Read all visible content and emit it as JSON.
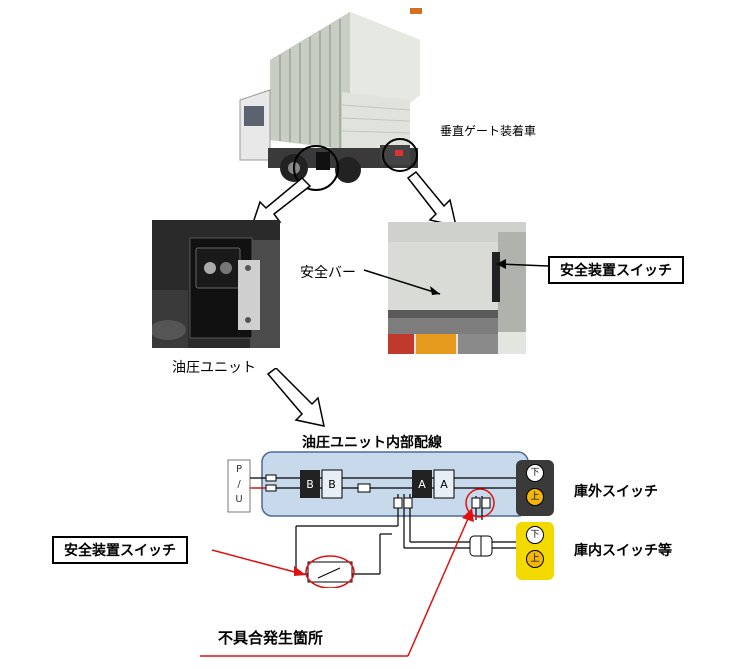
{
  "labels": {
    "vehicle": "垂直ゲート装着車",
    "hydraulic_unit": "油圧ユニット",
    "safety_bar": "安全バー",
    "safety_switch_top": "安全装置スイッチ",
    "internal_wiring": "油圧ユニット内部配線",
    "outside_switch": "庫外スイッチ",
    "inside_switch": "庫内スイッチ等",
    "safety_switch_bottom": "安全装置スイッチ",
    "defect_location": "不具合発生箇所"
  },
  "connectors": {
    "B_dark": "B",
    "B_light": "B",
    "A_dark": "A",
    "A_light": "A"
  },
  "pu_label": [
    "P",
    "/",
    "U"
  ],
  "buttons": {
    "down": "下",
    "up": "上"
  },
  "colors": {
    "wiring_box_fill": "#c9d9ec",
    "wiring_box_border": "#4a6a9a",
    "callout_red": "#e01010",
    "outside_switch_body": "#3a3a3a",
    "inside_switch_body": "#f2d900",
    "up_button": "#f2b705"
  }
}
